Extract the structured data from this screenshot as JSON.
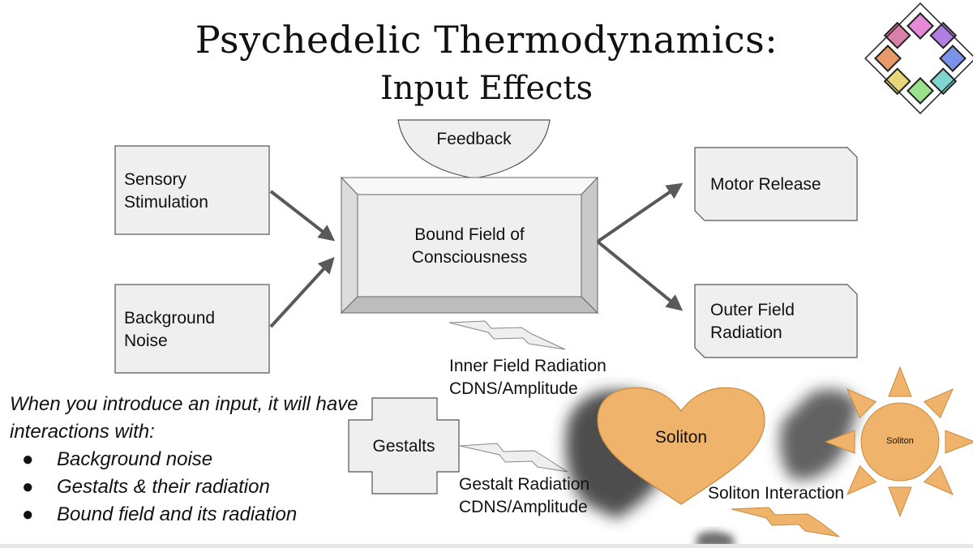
{
  "title": {
    "line1": "Psychedelic Thermodynamics:",
    "line2": "Input Effects"
  },
  "nodes": {
    "sensory": "Sensory\nStimulation",
    "background": "Background\nNoise",
    "feedback": "Feedback",
    "bound_field": "Bound Field of\nConsciousness",
    "motor": "Motor Release",
    "outer": "Outer Field\nRadiation",
    "inner_radiation": "Inner Field Radiation\nCDNS/Amplitude",
    "gestalts": "Gestalts",
    "gestalt_radiation": "Gestalt Radiation\nCDNS/Amplitude",
    "soliton_heart": "Soliton",
    "soliton_sun": "Soliton",
    "soliton_interaction": "Soliton Interaction"
  },
  "notes": {
    "lead": "When you introduce an input, it will have interactions with:",
    "items": [
      "Background noise",
      "Gestalts & their radiation",
      "Bound field and its radiation"
    ],
    "bullet": "●"
  },
  "colors": {
    "box_fill": "#efefef",
    "box_stroke": "#555555",
    "arrow": "#595959",
    "soliton": "#f0b36b",
    "soliton_stroke": "#c98a3c"
  },
  "logo_colors": [
    "#e58ad6",
    "#b07de0",
    "#7a92e8",
    "#7fd6d0",
    "#9be08a",
    "#e8d77a",
    "#e89a6a",
    "#d97fa8"
  ]
}
